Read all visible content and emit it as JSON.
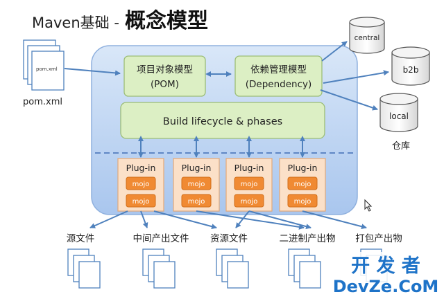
{
  "title": {
    "prefix": "Maven基础 - ",
    "main": "概念模型"
  },
  "pom_file": {
    "doc_label": "pom.xml",
    "caption": "pom.xml"
  },
  "models": {
    "pom_line1": "项目对象模型",
    "pom_line2": "(POM)",
    "dep_line1": "依赖管理模型",
    "dep_line2": "(Dependency)"
  },
  "lifecycle": {
    "label": "Build lifecycle & phases"
  },
  "plugins": [
    {
      "label": "Plug-in",
      "mojos": [
        "mojo",
        "mojo"
      ]
    },
    {
      "label": "Plug-in",
      "mojos": [
        "mojo",
        "mojo"
      ]
    },
    {
      "label": "Plug-in",
      "mojos": [
        "mojo",
        "mojo"
      ]
    },
    {
      "label": "Plug-in",
      "mojos": [
        "mojo",
        "mojo"
      ]
    }
  ],
  "repositories": {
    "items": [
      "central",
      "b2b",
      "local"
    ],
    "caption": "仓库"
  },
  "outputs": [
    "源文件",
    "中间产出文件",
    "资源文件",
    "二进制产出物",
    "打包产出物"
  ],
  "watermark": {
    "line1": "开 发 者",
    "line2": "DevZe.CoM"
  },
  "colors": {
    "container_fill": "#bcd3f3",
    "container_stroke": "#8fb0de",
    "green_box": "#dcefc4",
    "green_box_stroke": "#9bbd76",
    "plugin_fill": "#fbe0c8",
    "mojo_fill": "#f08a33",
    "arrow": "#4f81bd",
    "watermark": "#1e73c8"
  }
}
